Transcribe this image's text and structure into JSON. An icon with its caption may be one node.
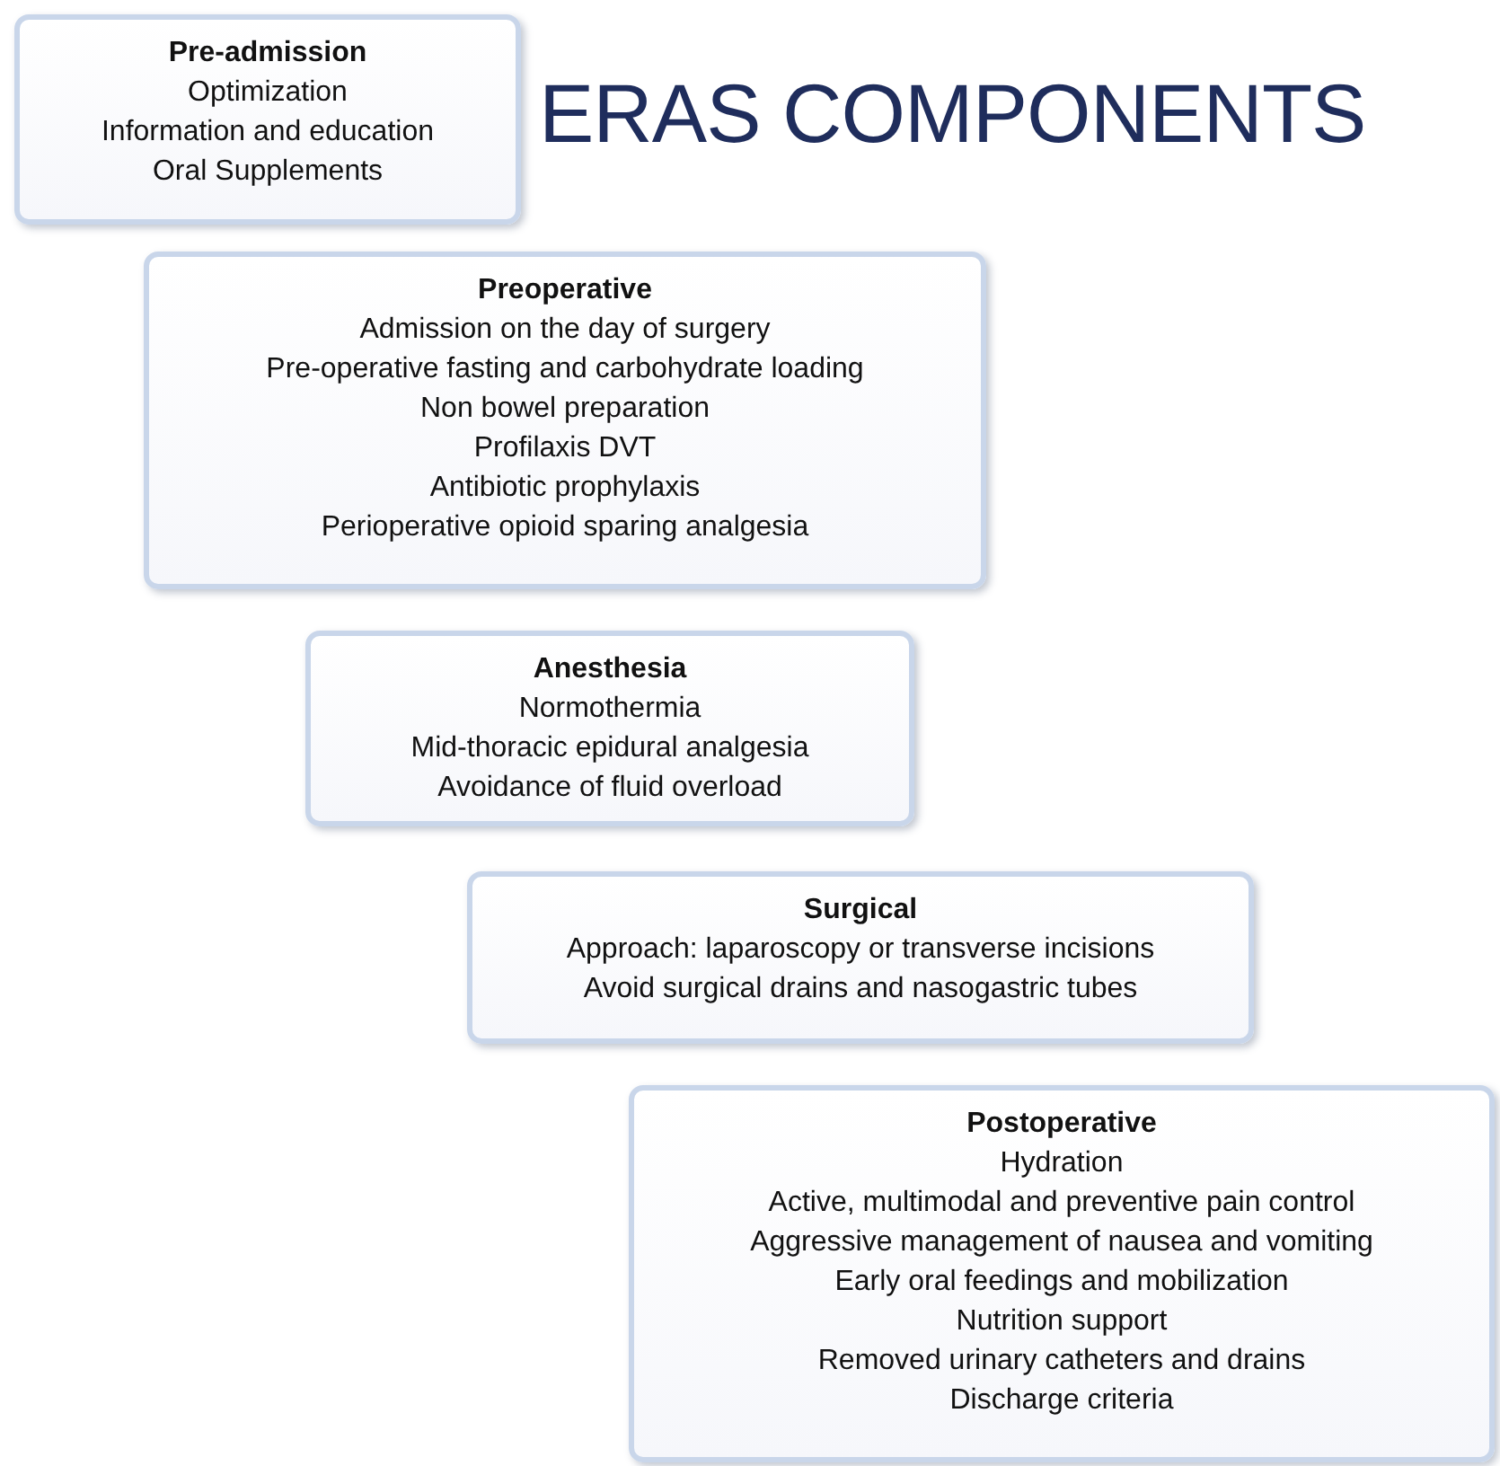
{
  "diagram": {
    "title": "ERAS COMPONENTS",
    "nodes": [
      {
        "text": [
          "Pre-admission",
          "Optimization",
          "Information and education",
          "Oral Supplements"
        ]
      },
      {
        "text": [
          "Preoperative",
          "Admission on the day of surgery",
          "Pre-operative fasting and carbohydrate loading",
          "Non bowel preparation",
          "Profilaxis DVT",
          "Antibiotic prophylaxis",
          "Perioperative opioid sparing analgesia"
        ]
      },
      {
        "text": [
          "Anesthesia",
          "Normothermia",
          "Mid-thoracic epidural analgesia",
          "Avoidance of fluid overload"
        ]
      },
      {
        "text": [
          "Surgical",
          "Approach: laparoscopy or transverse incisions",
          "Avoid surgical drains and nasogastric tubes"
        ]
      },
      {
        "text": [
          "Postoperative",
          "Hydration",
          "Active, multimodal and preventive pain control",
          "Aggressive management of nausea and vomiting",
          "Early oral feedings and mobilization",
          "Nutrition support",
          "Removed urinary catheters and drains",
          "Discharge criteria"
        ]
      }
    ]
  }
}
